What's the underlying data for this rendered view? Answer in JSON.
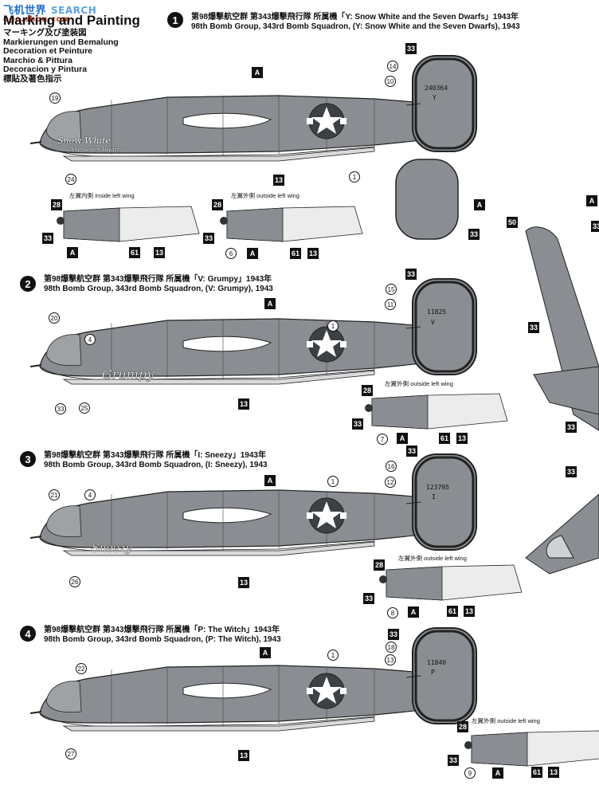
{
  "watermark": {
    "brand": "飞机世界",
    "sub": "ogo.shou.com",
    "search": "SEARCH"
  },
  "header": {
    "title": "Marking and Painting",
    "lines": [
      "マーキング及び塗装図",
      "Markierungen und Bemalung",
      "Decoration et Peinture",
      "Marchio & Pittura",
      "Decoracion y Pintura",
      "標貼及著色指示"
    ]
  },
  "sections": [
    {
      "num": "1",
      "jp": "第98爆撃航空群 第343爆撃飛行隊 所属機「Y: Snow White and the Seven Dwarfs」1943年",
      "en": "98th Bomb Group, 343rd Bomb Squadron, (Y: Snow White and the Seven Dwarfs), 1943",
      "serial": "240364",
      "letter": "Y",
      "nose": "Snow White",
      "nose_sub": "& the Seven Dwarfs"
    },
    {
      "num": "2",
      "jp": "第98爆撃航空群 第343爆撃飛行隊 所属機「V: Grumpy」1943年",
      "en": "98th Bomb Group, 343rd Bomb Squadron, (V: Grumpy), 1943",
      "serial": "11825",
      "letter": "V",
      "nose": "Grumpy"
    },
    {
      "num": "3",
      "jp": "第98爆撃航空群 第343爆撃飛行隊 所属機「I: Sneezy」1943年",
      "en": "98th Bomb Group, 343rd Bomb Squadron, (I: Sneezy), 1943",
      "serial": "123795",
      "letter": "I",
      "nose": "Sneezy"
    },
    {
      "num": "4",
      "jp": "第98爆撃航空群 第343爆撃飛行隊 所属機「P: The Witch」1943年",
      "en": "98th Bomb Group, 343rd Bomb Squadron, (P: The Witch), 1943",
      "serial": "11840",
      "letter": "P",
      "nose": ""
    }
  ],
  "wing_labels": {
    "inside": "左翼内側 Inside left wing",
    "outside": "左翼外側 outside left wing"
  },
  "callouts": {
    "A": "A",
    "n13": "13",
    "n28": "28",
    "n33": "33",
    "n50": "50",
    "n61": "61",
    "c1": "1",
    "c4": "4",
    "c6": "6",
    "c7": "7",
    "c8": "8",
    "c9": "9",
    "c10": "10",
    "c11": "11",
    "c12": "12",
    "c13": "13",
    "c14": "14",
    "c15": "15",
    "c16": "16",
    "c18": "18",
    "c19": "19",
    "c20": "20",
    "c21": "21",
    "c22": "22",
    "c24": "24",
    "c25": "25",
    "c26": "26",
    "c27": "27",
    "c33": "33"
  }
}
